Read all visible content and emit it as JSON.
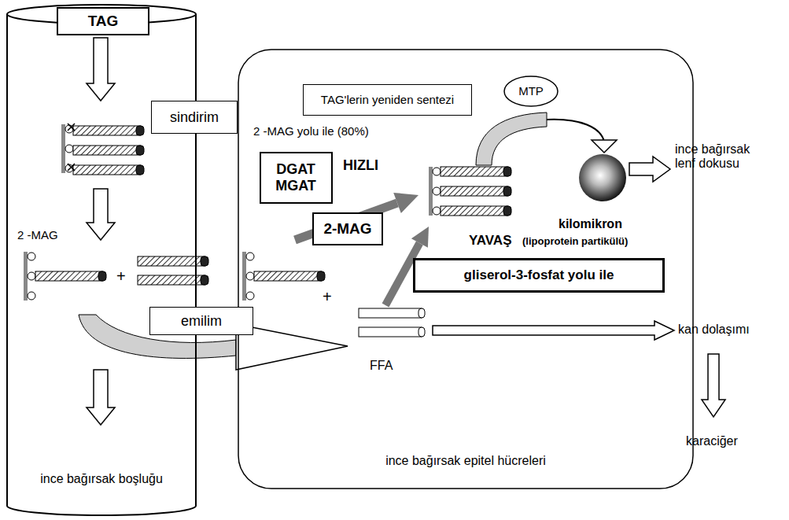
{
  "diagram": {
    "nodes": [
      {
        "text": [
          "ince bağırsak boşluğu"
        ]
      },
      {
        "text": [
          "TAG"
        ],
        "in": 0
      },
      {
        "text": [
          "sindirim"
        ]
      },
      {
        "text": [
          "emilim"
        ]
      },
      {
        "text": [
          "ince bağırsak epitel hücreleri"
        ]
      },
      {
        "text": [
          "TAG'lerin yeniden sentezi"
        ],
        "in": 4
      },
      {
        "text": [
          "MTP"
        ],
        "in": 4
      },
      {
        "text": [
          "DGAT MGAT"
        ],
        "in": 4
      },
      {
        "text": [
          "2-MAG"
        ],
        "in": 4
      },
      {
        "text": [
          "gliserol-3-fosfat yolu ile"
        ],
        "in": 4
      }
    ],
    "labels": [
      "2 -MAG",
      "+",
      "2 -MAG yolu ile (80%)",
      "HIZLI",
      "kilomikron",
      "YAVAŞ",
      "(lipoprotein partikülü)",
      "+",
      "FFA",
      "ince bağırsak lenf dokusu",
      "kan dolaşımı",
      "karaciğer"
    ]
  }
}
